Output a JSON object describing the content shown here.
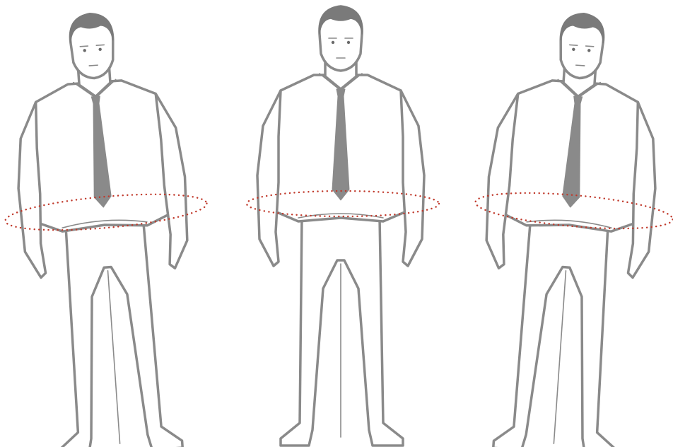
{
  "figures": [
    {
      "pose": "left-tilt",
      "ring_tilt_deg": -5
    },
    {
      "pose": "upright",
      "ring_tilt_deg": 0
    },
    {
      "pose": "right-tilt",
      "ring_tilt_deg": 5
    }
  ],
  "colors": {
    "outline": "#8a8a8a",
    "tie": "#8a8a8a",
    "ring": "#c0392b",
    "background": "#ffffff"
  }
}
